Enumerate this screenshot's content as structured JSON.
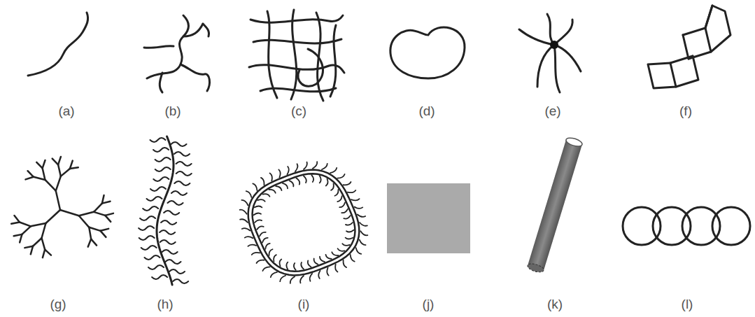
{
  "diagram": {
    "labels": [
      "(a)",
      "(b)",
      "(c)",
      "(d)",
      "(e)",
      "(f)",
      "(g)",
      "(h)",
      "(i)",
      "(j)",
      "(k)",
      "(l)"
    ]
  }
}
